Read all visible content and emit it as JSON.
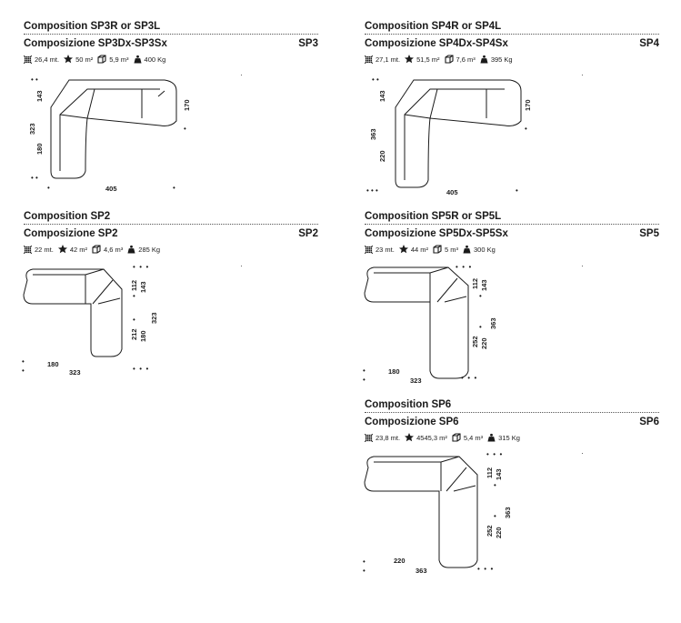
{
  "blocks": [
    {
      "id": "sp3",
      "title_en": "Composition SP3R or SP3L",
      "title_it": "Composizione SP3Dx-SP3Sx",
      "code": "SP3",
      "specs": {
        "length": "26,4 mt.",
        "area": "50 m²",
        "volume": "5,9 m³",
        "weight": "400 Kg"
      },
      "dims": [
        "143",
        "323",
        "180",
        "170",
        "405"
      ]
    },
    {
      "id": "sp4",
      "title_en": "Composition SP4R or SP4L",
      "title_it": "Composizione SP4Dx-SP4Sx",
      "code": "SP4",
      "specs": {
        "length": "27,1 mt.",
        "area": "51,5 m²",
        "volume": "7,6 m³",
        "weight": "395 Kg"
      },
      "dims": [
        "143",
        "363",
        "220",
        "170",
        "405"
      ]
    },
    {
      "id": "sp2",
      "title_en": "Composition SP2",
      "title_it": "Composizione SP2",
      "code": "SP2",
      "specs": {
        "length": "22 mt.",
        "area": "42 m²",
        "volume": "4,6 m³",
        "weight": "285 Kg"
      },
      "dims": [
        "112",
        "143",
        "323",
        "212",
        "180",
        "180",
        "323"
      ]
    },
    {
      "id": "sp5",
      "title_en": "Composition SP5R or SP5L",
      "title_it": "Composizione SP5Dx-SP5Sx",
      "code": "SP5",
      "specs": {
        "length": "23 mt.",
        "area": "44 m²",
        "volume": "5 m³",
        "weight": "300 Kg"
      },
      "dims": [
        "112",
        "143",
        "363",
        "252",
        "220",
        "180",
        "323"
      ]
    },
    {
      "id": "sp6",
      "title_en": "Composition SP6",
      "title_it": "Composizione SP6",
      "code": "SP6",
      "specs": {
        "length": "23,8 mt.",
        "area": "4545,3 m²",
        "volume": "5,4 m³",
        "weight": "315 Kg"
      },
      "dims": [
        "112",
        "143",
        "363",
        "252",
        "220",
        "220",
        "363"
      ]
    }
  ],
  "icons": {
    "length": "fabric-length-icon",
    "area": "leather-area-icon",
    "volume": "package-volume-icon",
    "weight": "weight-icon"
  }
}
